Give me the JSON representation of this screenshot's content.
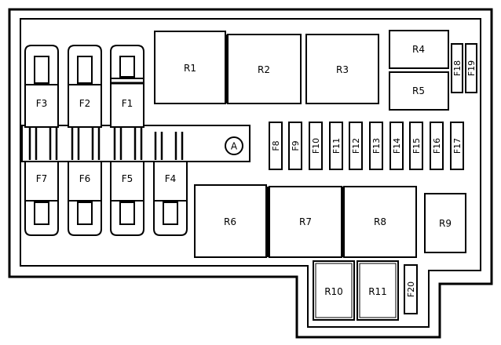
{
  "relays": {
    "r1": "R1",
    "r2": "R2",
    "r3": "R3",
    "r4": "R4",
    "r5": "R5",
    "r6": "R6",
    "r7": "R7",
    "r8": "R8",
    "r9": "R9",
    "r10": "R10",
    "r11": "R11"
  },
  "maxi_fuses": {
    "f1": "F1",
    "f2": "F2",
    "f3": "F3",
    "f4": "F4",
    "f5": "F5",
    "f6": "F6",
    "f7": "F7"
  },
  "mini_fuses": {
    "f8": "F8",
    "f9": "F9",
    "f10": "F10",
    "f11": "F11",
    "f12": "F12",
    "f13": "F13",
    "f14": "F14",
    "f15": "F15",
    "f16": "F16",
    "f17": "F17",
    "f18": "F18",
    "f19": "F19",
    "f20": "F20"
  },
  "terminal_label": "A"
}
